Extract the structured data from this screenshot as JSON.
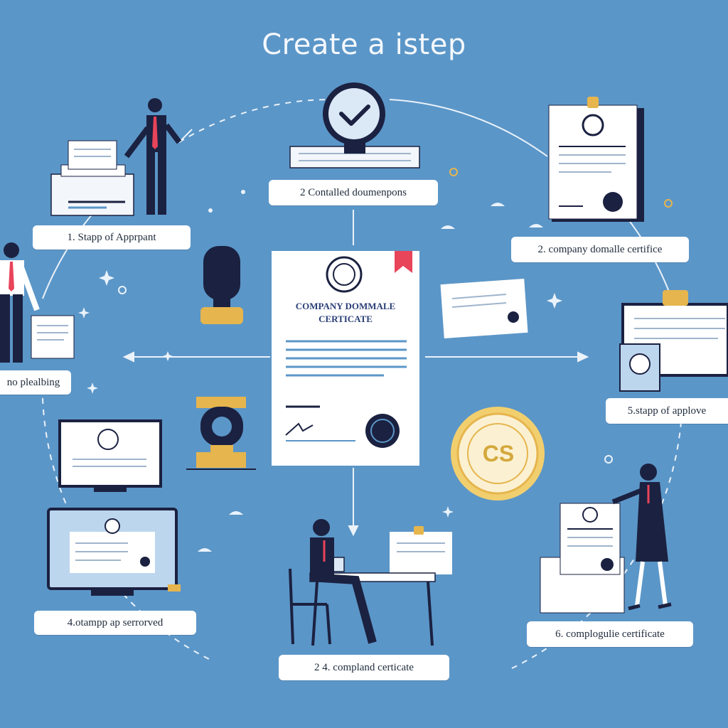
{
  "title": "Create  a istep",
  "certificate": {
    "title_line1": "COMPANY DOMMALE",
    "title_line2": "CERTICATE"
  },
  "seal_text": "CS",
  "labels": {
    "step_top": "2 Contalled doumenpons",
    "step_left_top": "1. Stapp of Apprpant",
    "step_right_top": "2. company domalle certifice",
    "step_left_mid": "no plealbing",
    "step_right_mid": "5.stapp of applove",
    "step_left_bottom": "4.otampp ap serrorved",
    "step_bottom_center": "2 4. compland certicate",
    "step_right_bottom": "6. complogulie certificate"
  },
  "colors": {
    "background": "#5b96c8",
    "navy": "#1b2140",
    "gold": "#e6b54e",
    "accent_red": "#e8445a"
  }
}
